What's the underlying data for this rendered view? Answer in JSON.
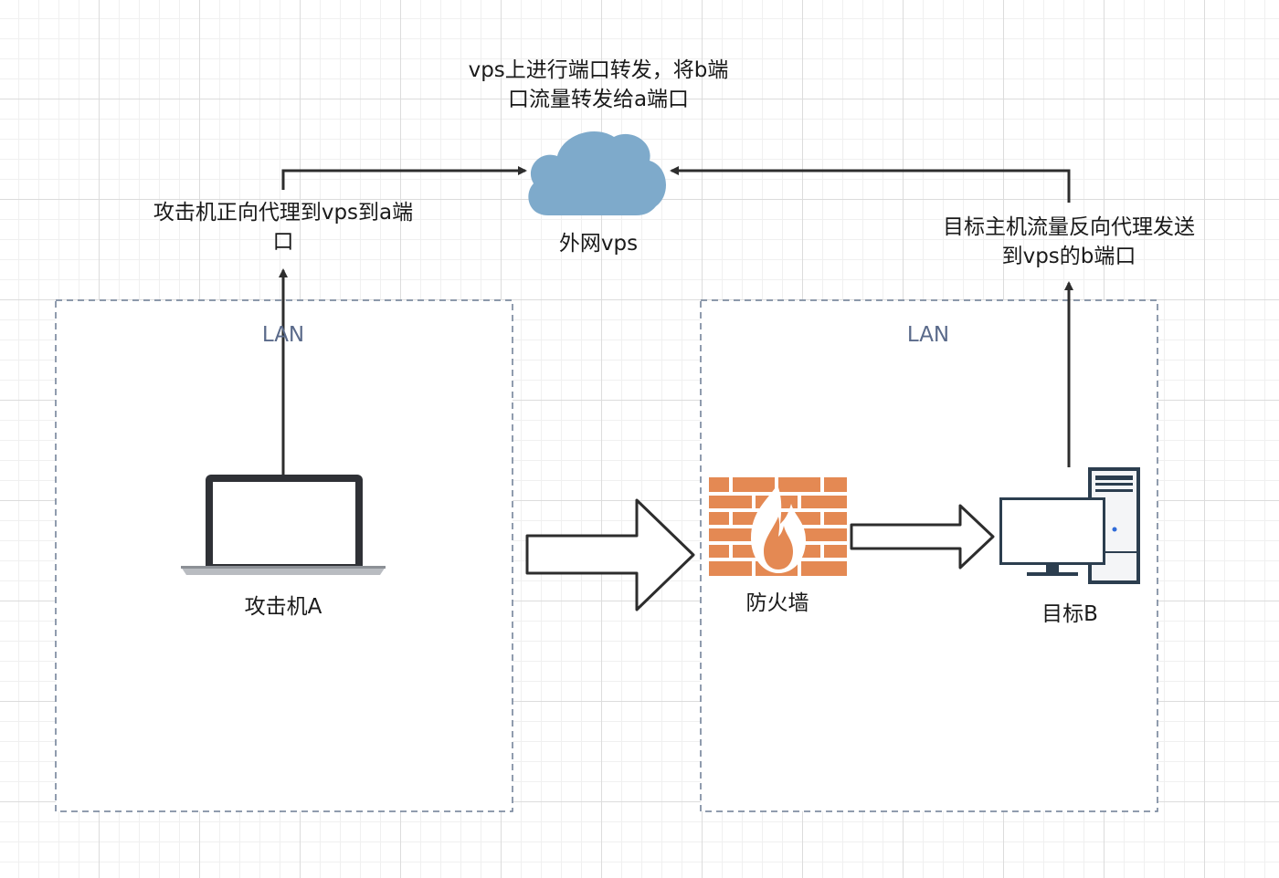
{
  "labels": {
    "vps_action": {
      "line1": "vps上进行端口转发，将b端",
      "line2": "口流量转发给a端口"
    },
    "vps_name": "外网vps",
    "attacker_proxy": {
      "line1": "攻击机正向代理到vps到a端",
      "line2": "口"
    },
    "target_proxy": {
      "line1": "目标主机流量反向代理发送",
      "line2": "到vps的b端口"
    },
    "lan_left": "LAN",
    "lan_right": "LAN",
    "attacker": "攻击机A",
    "firewall": "防火墙",
    "target": "目标B"
  },
  "icons": {
    "cloud": "cloud-icon",
    "laptop": "laptop-icon",
    "firewall": "firewall-icon",
    "server": "desktop-server-icon"
  },
  "colors": {
    "cloud": "#7eaacb",
    "firewall": "#e48953",
    "arrow": "#2d2d2d",
    "lan_border": "#6b7c93",
    "lan_text": "#5a6a8a"
  }
}
